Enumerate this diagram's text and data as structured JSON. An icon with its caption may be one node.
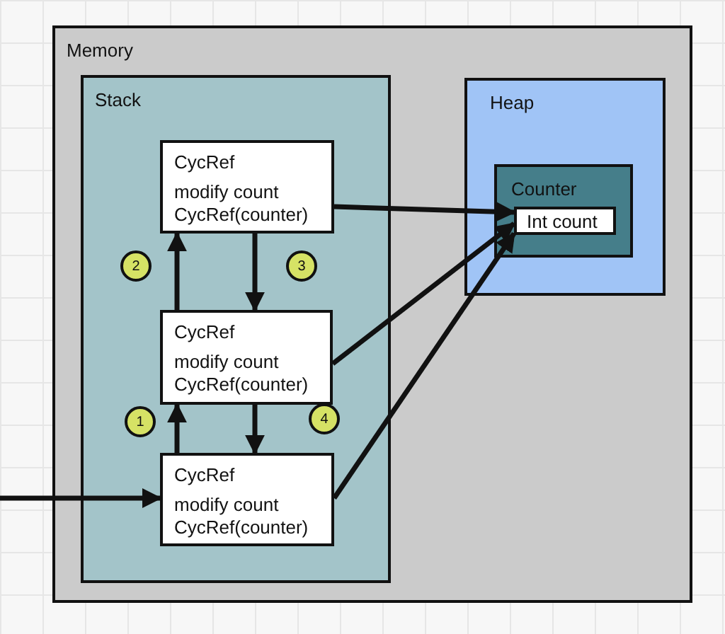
{
  "diagram": {
    "nodes": [
      {
        "text": [
          "Memory"
        ]
      },
      {
        "text": [
          "Stack"
        ],
        "in": 0
      },
      {
        "text": [
          "CycRef",
          "modify count",
          "CycRef(counter)"
        ],
        "in": 1
      },
      {
        "text": [
          "2"
        ],
        "in": 1
      },
      {
        "text": [
          "3"
        ],
        "in": 1
      },
      {
        "text": [
          "CycRef",
          "modify count",
          "CycRef(counter)"
        ],
        "in": 1
      },
      {
        "text": [
          "1"
        ],
        "in": 1
      },
      {
        "text": [
          "4"
        ],
        "in": 1
      },
      {
        "text": [
          "CycRef",
          "modify count",
          "CycRef(counter)"
        ],
        "in": 1
      },
      {
        "text": [
          "Heap"
        ],
        "in": 0
      },
      {
        "text": [
          "Counter"
        ],
        "in": 9
      },
      {
        "text": [
          "Int count"
        ],
        "in": 10
      }
    ],
    "edges": [
      {
        "from": 2,
        "to": 11,
        "arrow": "to"
      },
      {
        "from": 5,
        "to": 11,
        "arrow": "to"
      },
      {
        "from": 8,
        "to": 11,
        "arrow": "to"
      },
      {
        "from": 5,
        "to": 2,
        "arrow": "to"
      },
      {
        "from": 2,
        "to": 5,
        "arrow": "to"
      },
      {
        "from": 8,
        "to": 5,
        "arrow": "to"
      },
      {
        "from": 5,
        "to": 8,
        "arrow": "to"
      },
      {
        "from": null,
        "to": 8,
        "arrow": "to"
      }
    ]
  }
}
